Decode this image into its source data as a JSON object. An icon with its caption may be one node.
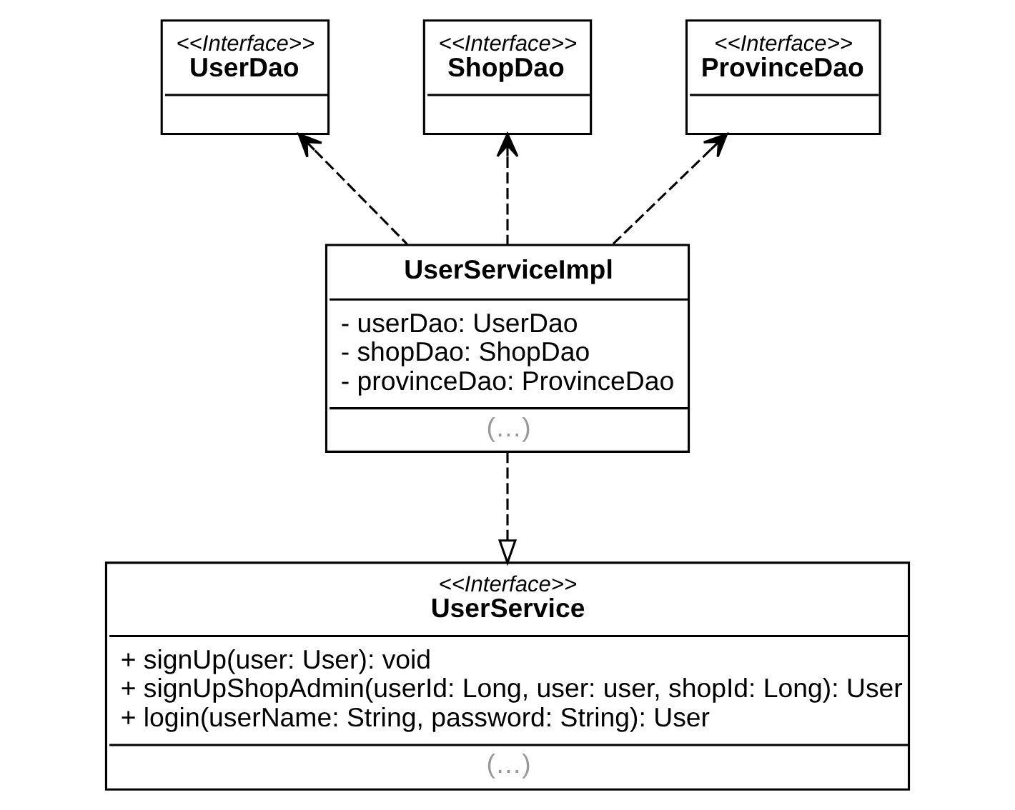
{
  "diagram": {
    "nodes": [
      {
        "text": [
          "<<Interface>>",
          "UserDao"
        ]
      },
      {
        "text": [
          "<<Interface>>",
          "ShopDao"
        ]
      },
      {
        "text": [
          "<<Interface>>",
          "ProvinceDao"
        ]
      },
      {
        "text": [
          "UserServiceImpl",
          "- userDao: UserDao",
          "- shopDao: ShopDao",
          "- provinceDao: ProvinceDao",
          "(…)"
        ]
      },
      {
        "text": [
          "<<Interface>>",
          "UserService",
          "+ signUp(user: User): void",
          "+ signUpShopAdmin(userId: Long, user: user, shopId: Long): User",
          "+ login(userName: String, password: String): User",
          "(…)"
        ]
      }
    ],
    "edges": [
      {
        "from": 3,
        "to": 0,
        "arrow": "to",
        "style": "dashed"
      },
      {
        "from": 3,
        "to": 1,
        "arrow": "to",
        "style": "dashed"
      },
      {
        "from": 3,
        "to": 2,
        "arrow": "to",
        "style": "dashed"
      },
      {
        "from": 3,
        "to": 4,
        "arrow": "to",
        "style": "dashed"
      }
    ]
  }
}
